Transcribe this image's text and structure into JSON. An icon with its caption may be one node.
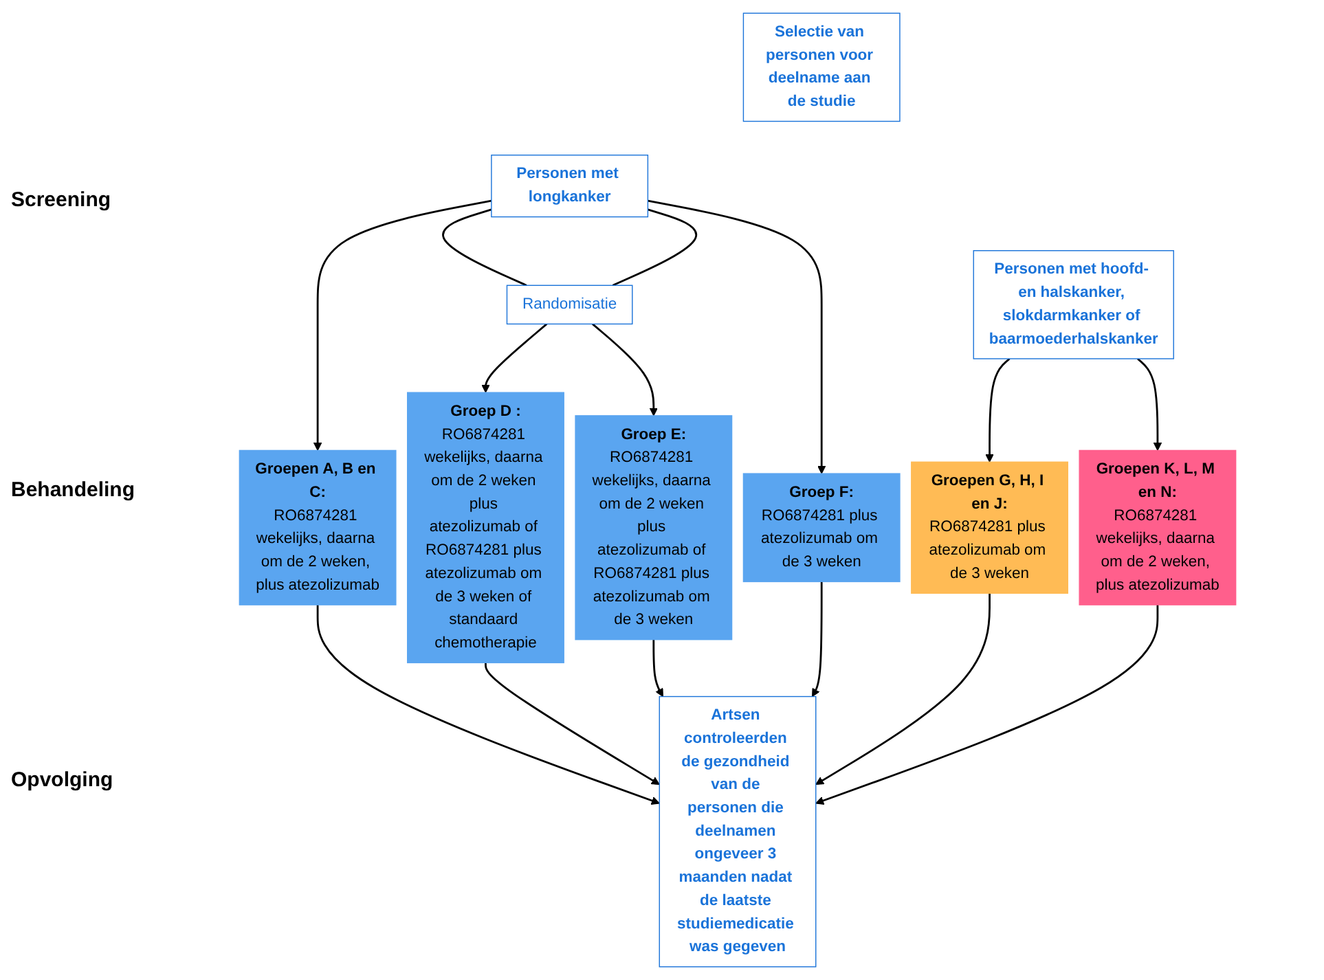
{
  "diagram": {
    "nodes": [
      {
        "text": [
          "Selectie van personen voor deelname aan de studie"
        ]
      },
      {
        "text": [
          "Personen met longkanker"
        ]
      },
      {
        "text": [
          "Personen met hoofd- en halskanker, slokdarmkanker of baarmoederhalskanker"
        ]
      },
      {
        "text": [
          "Randomisatie"
        ]
      },
      {
        "text": [
          "Groepen A, B en C:",
          "RO6874281 wekelijks, daarna om de 2 weken, plus atezolizumab"
        ]
      },
      {
        "text": [
          "Groep D :",
          "RO6874281 wekelijks, daarna om de 2 weken plus atezolizumab of RO6874281 plus atezolizumab om de 3 weken of standaard chemotherapie"
        ]
      },
      {
        "text": [
          "Groep E:",
          "RO6874281 wekelijks, daarna om de 2 weken plus atezolizumab of RO6874281 plus atezolizumab om de 3 weken"
        ]
      },
      {
        "text": [
          "Groep F:",
          "RO6874281 plus atezolizumab om de 3 weken"
        ]
      },
      {
        "text": [
          "Groepen G, H, I en J:",
          "RO6874281 plus atezolizumab om de 3 weken"
        ]
      },
      {
        "text": [
          "Groepen K, L, M en N:",
          "RO6874281 wekelijks, daarna om de 2 weken, plus atezolizumab"
        ]
      },
      {
        "text": [
          "Artsen controleerden de gezondheid van de personen die deelnamen ongeveer 3 maanden nadat de laatste studiemedicatie was gegeven"
        ]
      }
    ],
    "edges": [
      {
        "from": 1,
        "to": 4,
        "arrow": "to"
      },
      {
        "from": 1,
        "to": 3,
        "arrow": "none"
      },
      {
        "from": 1,
        "to": 3,
        "arrow": "none"
      },
      {
        "from": 3,
        "to": 5,
        "arrow": "to"
      },
      {
        "from": 3,
        "to": 6,
        "arrow": "to"
      },
      {
        "from": 1,
        "to": 7,
        "arrow": "to"
      },
      {
        "from": 2,
        "to": 8,
        "arrow": "to"
      },
      {
        "from": 2,
        "to": 9,
        "arrow": "to"
      },
      {
        "from": 4,
        "to": 10,
        "arrow": "to"
      },
      {
        "from": 5,
        "to": 10,
        "arrow": "to"
      },
      {
        "from": 6,
        "to": 10,
        "arrow": "to"
      },
      {
        "from": 7,
        "to": 10,
        "arrow": "to"
      },
      {
        "from": 8,
        "to": 10,
        "arrow": "to"
      },
      {
        "from": 9,
        "to": 10,
        "arrow": "to"
      }
    ],
    "labels": [
      "Screening",
      "Behandeling",
      "Opvolging"
    ]
  }
}
